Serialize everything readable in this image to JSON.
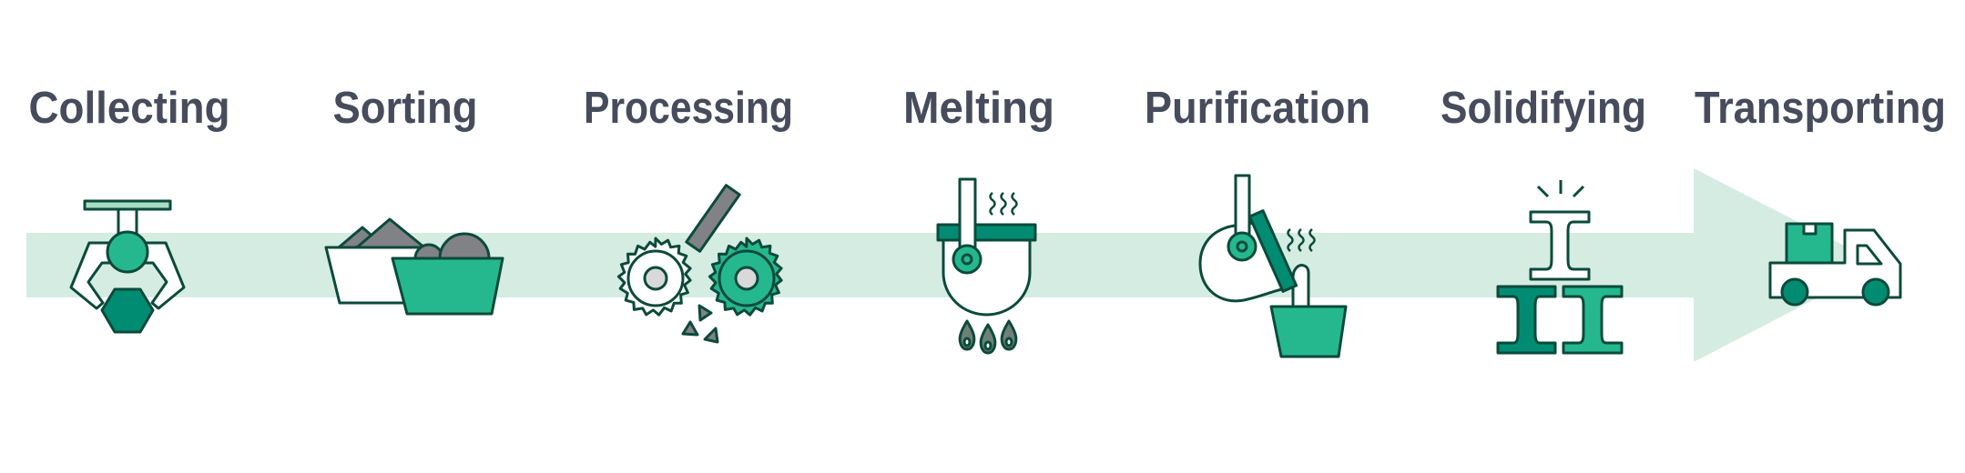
{
  "diagram": {
    "type": "process-flow",
    "direction": "left-to-right",
    "colors": {
      "band": "#d5ece2",
      "text": "#464c5c",
      "stroke": "#0b4a3a",
      "green": "#25b88f",
      "dark_green": "#008c72",
      "light_green": "#a8dcc5",
      "gray": "#808285",
      "light_gray": "#d9d9d9"
    },
    "steps": [
      {
        "label": "Collecting",
        "icon": "robotic-claw-icon"
      },
      {
        "label": "Sorting",
        "icon": "sorting-bins-icon"
      },
      {
        "label": "Processing",
        "icon": "shredder-gears-icon"
      },
      {
        "label": "Melting",
        "icon": "melting-pot-icon"
      },
      {
        "label": "Purification",
        "icon": "pouring-ladle-icon"
      },
      {
        "label": "Solidifying",
        "icon": "steel-beams-icon"
      },
      {
        "label": "Transporting",
        "icon": "truck-icon"
      }
    ]
  }
}
